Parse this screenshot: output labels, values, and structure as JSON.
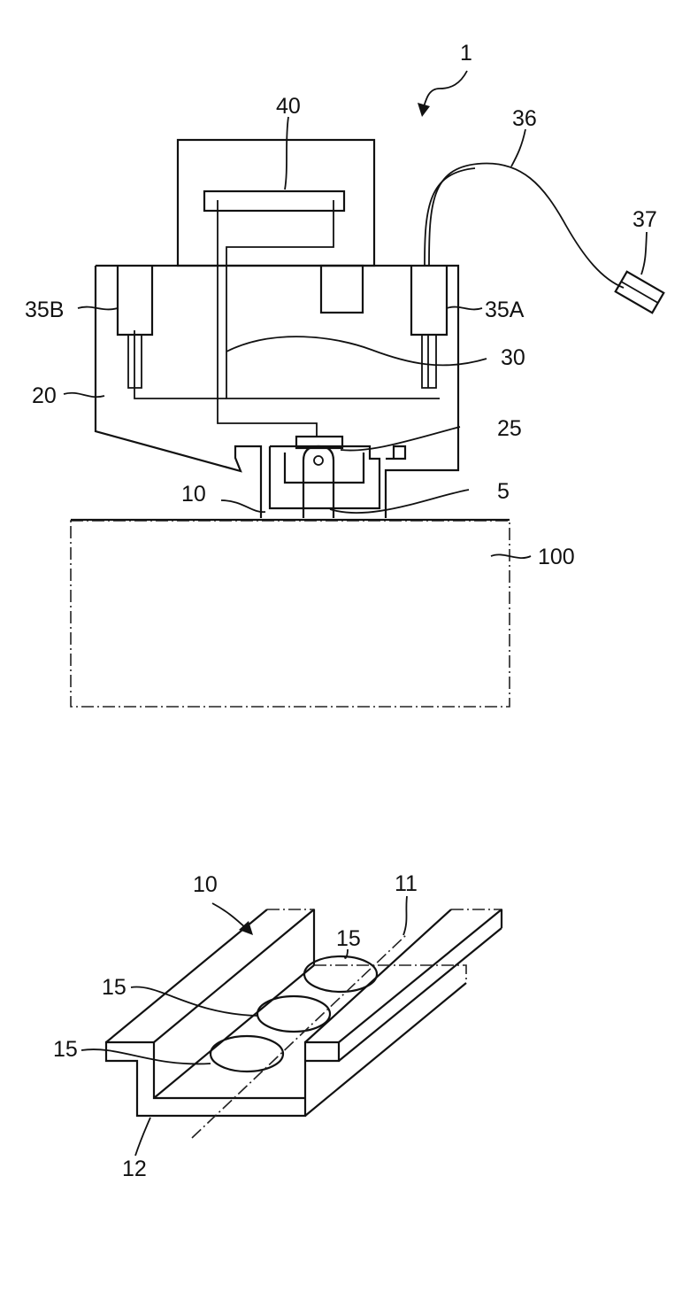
{
  "figure_top": {
    "labels": {
      "device": "1",
      "module": "40",
      "cable": "36",
      "connector": "37",
      "sensor_b": "35B",
      "sensor_a": "35A",
      "wire": "30",
      "housing": "20",
      "contact": "25",
      "rail": "10",
      "pin": "5",
      "base": "100"
    }
  },
  "figure_bottom": {
    "labels": {
      "rail": "10",
      "axis": "11",
      "hole_top": "15",
      "hole_mid": "15",
      "hole_low": "15",
      "profile": "12"
    }
  }
}
